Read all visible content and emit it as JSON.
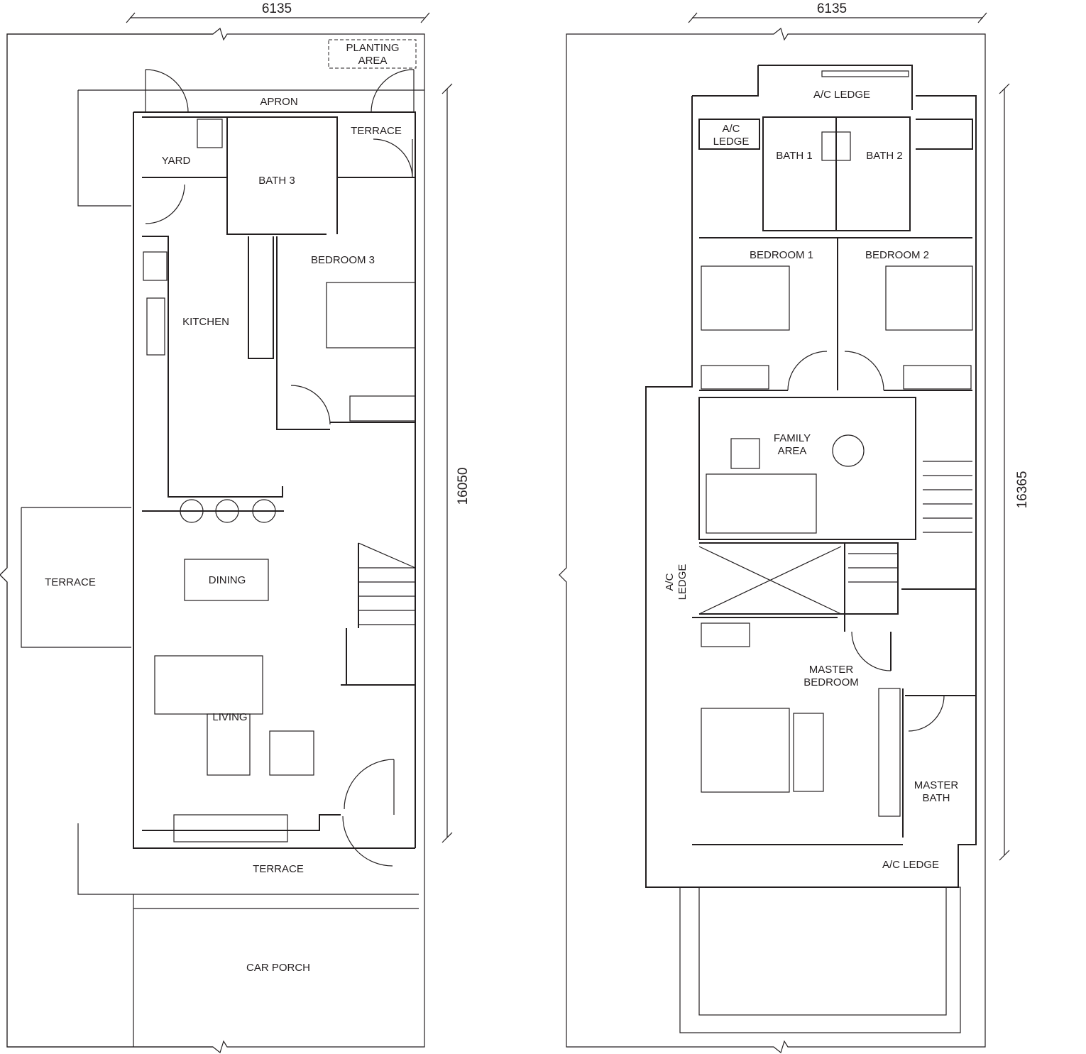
{
  "ground_floor": {
    "width_dim": "6135",
    "depth_dim": "16050",
    "rooms": {
      "planting_area_1": "PLANTING",
      "planting_area_2": "AREA",
      "apron": "APRON",
      "terrace_back": "TERRACE",
      "yard": "YARD",
      "bath3": "BATH 3",
      "bedroom3": "BEDROOM 3",
      "kitchen": "KITCHEN",
      "dining": "DINING",
      "terrace_side": "TERRACE",
      "living": "LIVING",
      "terrace_front": "TERRACE",
      "car_porch": "CAR PORCH"
    }
  },
  "first_floor": {
    "width_dim": "6135",
    "depth_dim": "16365",
    "rooms": {
      "ac_ledge_top": "A/C LEDGE",
      "ac_ledge_left_1": "A/C",
      "ac_ledge_left_2": "LEDGE",
      "bath1": "BATH 1",
      "bath2": "BATH 2",
      "bedroom1": "BEDROOM 1",
      "bedroom2": "BEDROOM 2",
      "family_area_1": "FAMILY",
      "family_area_2": "AREA",
      "ac_ledge_side_1": "A/C",
      "ac_ledge_side_2": "LEDGE",
      "master_bedroom_1": "MASTER",
      "master_bedroom_2": "BEDROOM",
      "master_bath_1": "MASTER",
      "master_bath_2": "BATH",
      "ac_ledge_bottom": "A/C LEDGE"
    }
  }
}
